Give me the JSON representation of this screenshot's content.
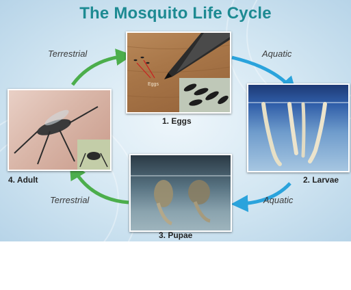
{
  "title": "The Mosquito Life Cycle",
  "stages": [
    {
      "number": "1.",
      "name": "Eggs",
      "caption": "1. Eggs"
    },
    {
      "number": "2.",
      "name": "Larvae",
      "caption": "2. Larvae"
    },
    {
      "number": "3.",
      "name": "Pupae",
      "caption": "3. Pupae"
    },
    {
      "number": "4.",
      "name": "Adult",
      "caption": "4. Adult"
    }
  ],
  "egg_photo_label": "Eggs",
  "habitats": {
    "top_left": "Terrestrial",
    "top_right": "Aquatic",
    "bottom_right": "Aquatic",
    "bottom_left": "Terrestrial"
  },
  "colors": {
    "title": "#1d8a92",
    "terrestrial_arrow": "#4cae4c",
    "aquatic_arrow": "#2aa3dc"
  }
}
